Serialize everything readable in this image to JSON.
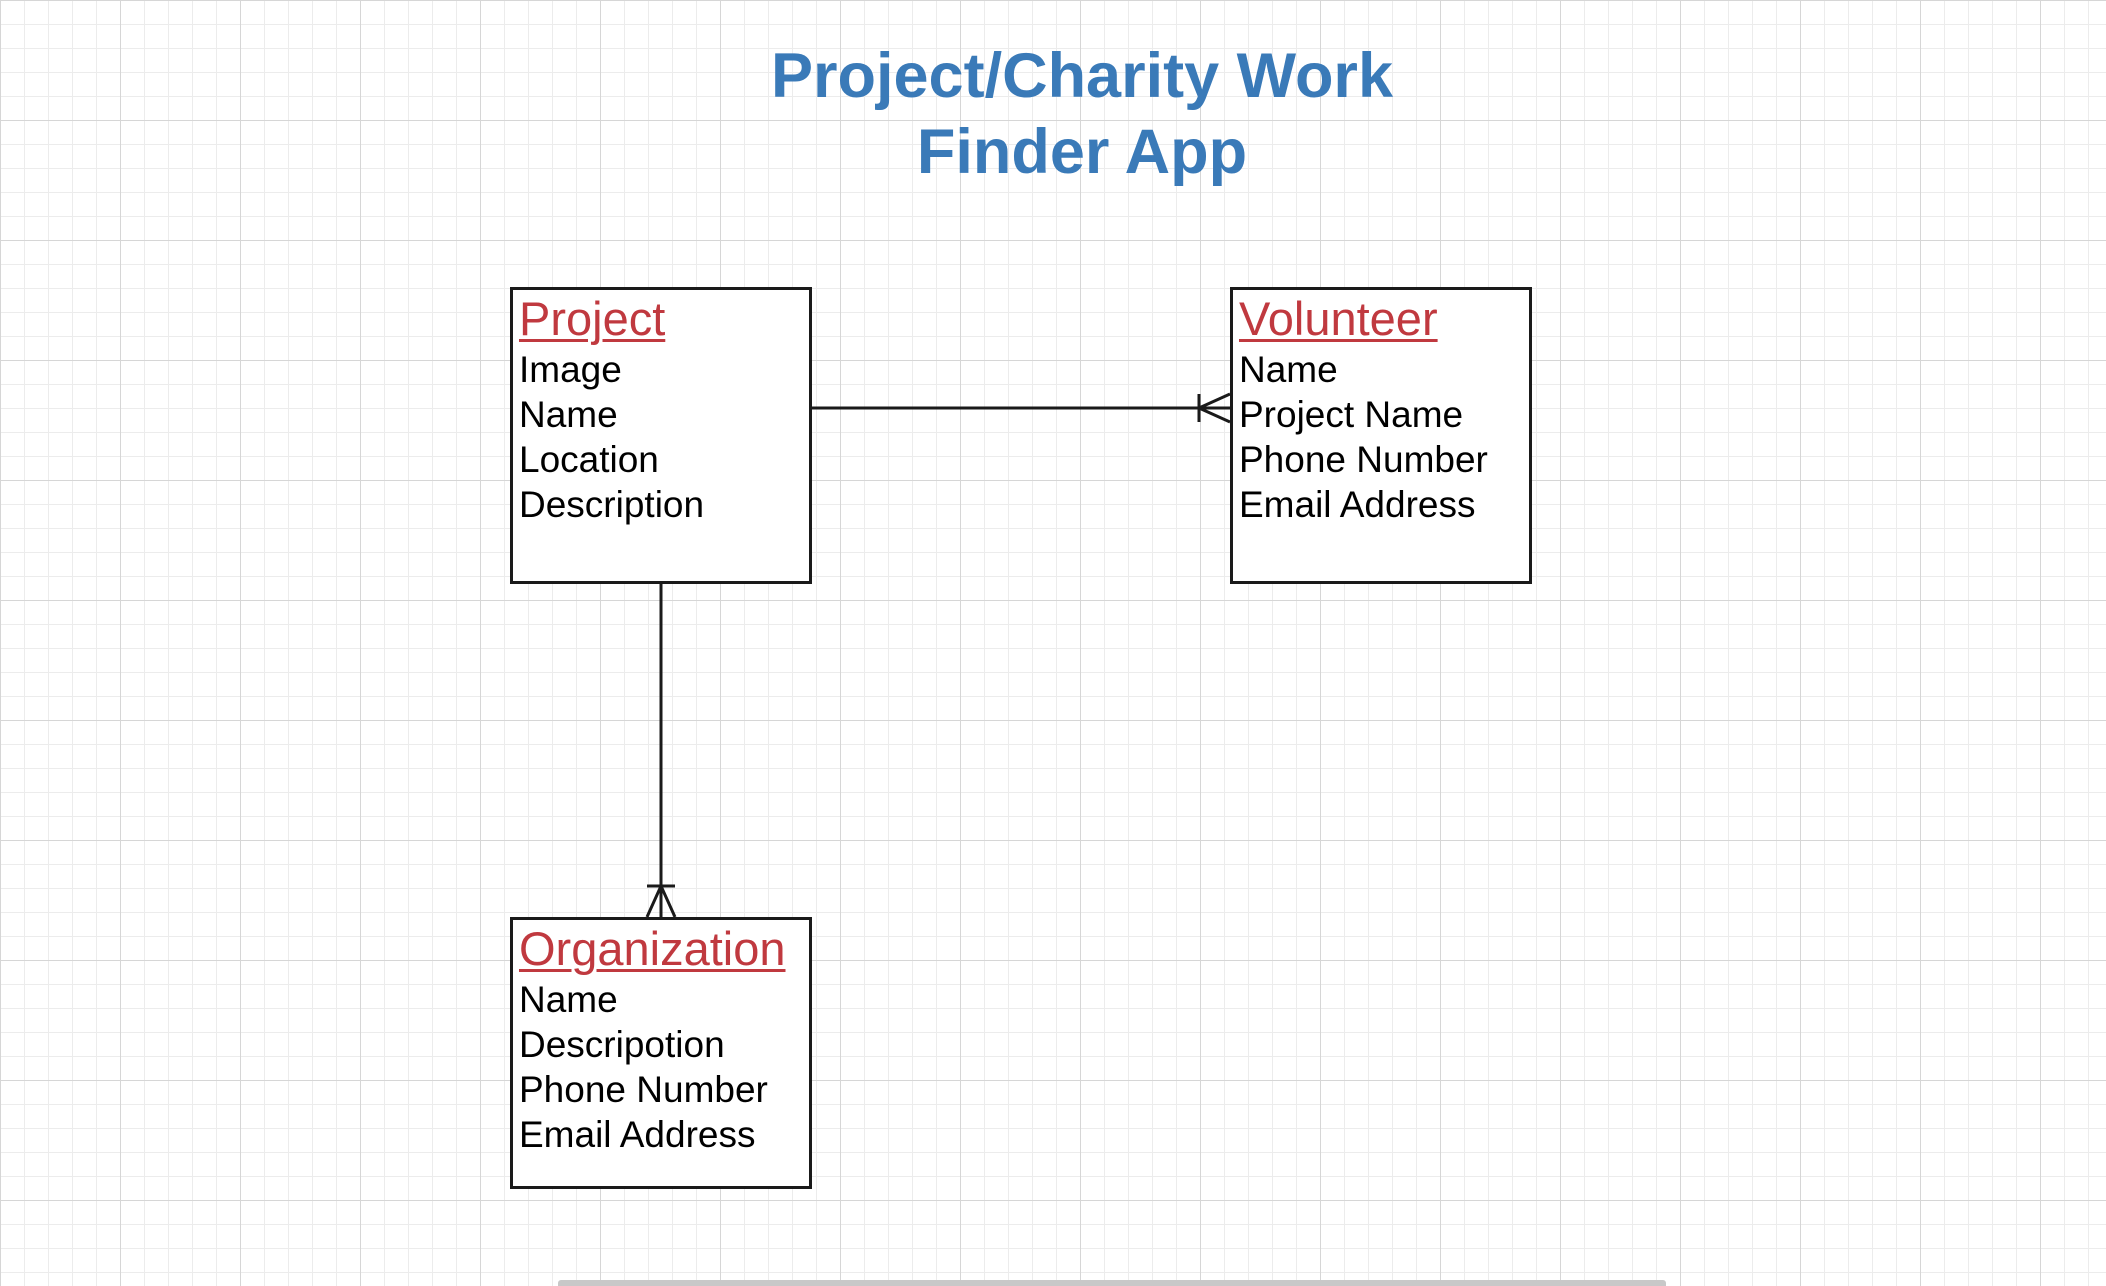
{
  "title": {
    "line1": "Project/Charity Work",
    "line2": "Finder App"
  },
  "entities": {
    "project": {
      "name": "Project",
      "attributes": [
        "Image",
        "Name",
        "Location",
        "Description"
      ]
    },
    "volunteer": {
      "name": "Volunteer",
      "attributes": [
        "Name",
        "Project Name",
        "Phone Number",
        "Email Address"
      ]
    },
    "organization": {
      "name": "Organization",
      "attributes": [
        "Name",
        "Descripotion",
        "Phone Number",
        "Email Address"
      ]
    }
  },
  "relationships": [
    {
      "from": "Project",
      "to": "Volunteer",
      "cardinality": "one-to-many"
    },
    {
      "from": "Project",
      "to": "Organization",
      "cardinality": "one-to-many"
    }
  ],
  "colors": {
    "title": "#3a7ab8",
    "entity_name": "#c0393f",
    "line": "#1a1a1a",
    "grid_major": "#d6d6d6",
    "grid_minor": "#ececec"
  }
}
